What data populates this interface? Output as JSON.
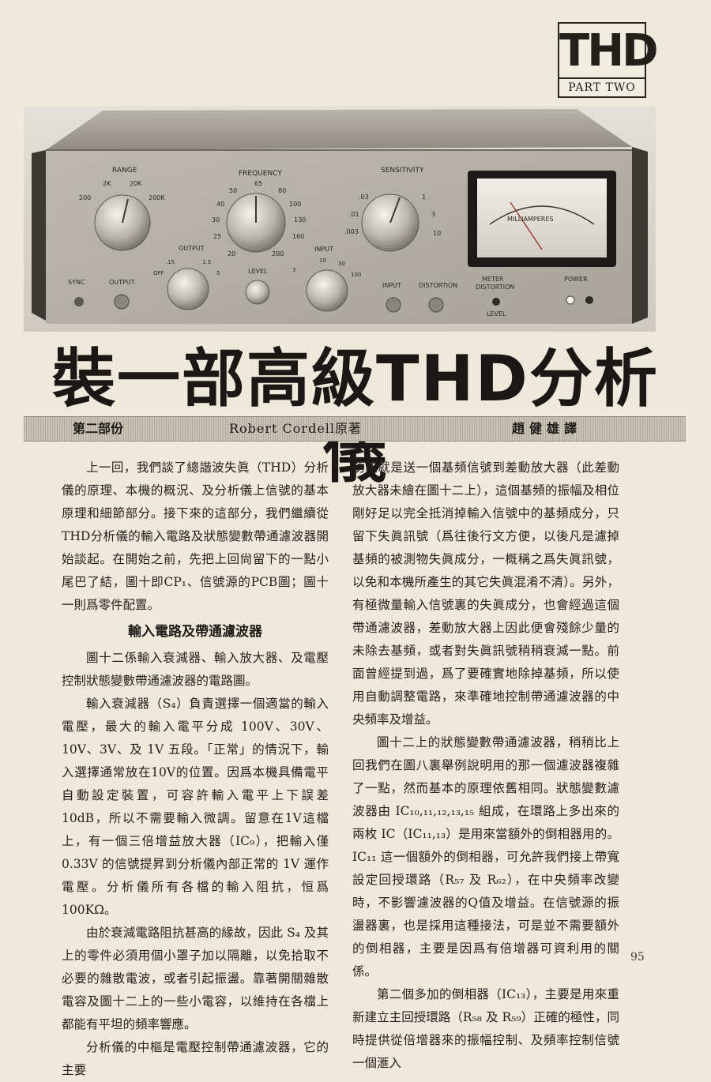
{
  "badge": {
    "main": "THD",
    "sub": "PART TWO"
  },
  "photo": {
    "labels": {
      "range": "RANGE",
      "range_2k": "2K",
      "range_20k": "20K",
      "range_200": "200",
      "range_200k": "200K",
      "frequency": "FREQUENCY",
      "f65": "65",
      "f50": "50",
      "f80": "80",
      "f40": "40",
      "f100": "100",
      "f30": "30",
      "f130": "130",
      "f25": "25",
      "f160": "160",
      "f20": "20",
      "f200": "200",
      "sensitivity": "SENSITIVITY",
      "s03": ".03",
      "s1": "1",
      "s_01": ".01",
      "s3": "3",
      "s003": ".003",
      "s10": "10",
      "output": "OUTPUT",
      "o15": ".15",
      "o1_5": "1.5",
      "ooff": "OFF",
      "o5": "5",
      "level": "LEVEL",
      "input": "INPUT",
      "i10": "10",
      "i30": "30",
      "i100": "100",
      "i3": "3",
      "sync": "SYNC",
      "output_jack": "OUTPUT",
      "input_jack": "INPUT",
      "distortion": "DISTORTION",
      "meter": "METER",
      "meter_distortion": "DISTORTION",
      "meter_level": "LEVEL",
      "power": "POWER",
      "meter_face": "MILLIAMPERES"
    }
  },
  "title": "裝一部高級THD分析儀",
  "byline": {
    "part": "第二部份",
    "author": "Robert Cordell原著",
    "translator": "趙健雄譯"
  },
  "left_column": {
    "p1": "上一回，我們談了總諧波失眞（THD）分析儀的原理、本機的概況、及分析儀上信號的基本原理和細節部分。接下來的這部分，我們繼續從THD分析儀的輸入電路及狀態變數帶通濾波器開始談起。在開始之前，先把上回尙留下的一點小尾巴了結，圖十即CP₁、信號源的PCB圖；圖十一則爲零件配置。",
    "subhead": "輸入電路及帶通濾波器",
    "p2": "圖十二係輸入衰減器、輸入放大器、及電壓控制狀態變數帶通濾波器的電路圖。",
    "p3": "輸入衰減器（S₄）負責選擇一個適當的輸入電壓，最大的輸入電平分成 100V、30V、10V、3V、及 1V 五段。「正常」的情況下，輸入選擇通常放在10V的位置。因爲本機具備電平自動設定裝置，可容許輸入電平上下誤差 10dB，所以不需要輸入微調。留意在1V這檔上，有一個三倍增益放大器（IC₉），把輸入僅 0.33V 的信號提昇到分析儀內部正常的 1V 運作電壓。分析儀所有各檔的輸入阻抗，恒爲100KΩ。",
    "p4": "由於衰減電路阻抗甚高的緣故，因此 S₄ 及其上的零件必須用個小罩子加以隔離，以免拾取不必要的雜散電波，或者引起振盪。靠著開關雜散電容及圖十二上的一些小電容，以維持在各檔上都能有平坦的頻率響應。",
    "p5": "分析儀的中樞是電壓控制帶通濾波器，它的主要"
  },
  "right_column": {
    "p1": "功能就是送一個基頻信號到差動放大器（此差動放大器未繪在圖十二上），這個基頻的振幅及相位剛好足以完全抵消掉輸入信號中的基頻成分，只留下失眞訊號（爲往後行文方便，以後凡是濾掉基頻的被測物失眞成分，一概稱之爲失眞訊號，以免和本機所產生的其它失眞混淆不清）。另外，有極微量輸入信號裏的失眞成分，也會經過這個帶通濾波器，差動放大器上因此便會殘餘少量的未除去基頻，或者對失眞訊號稍稍衰減一點。前面曾經提到過，爲了要確實地除掉基頻，所以使用自動調整電路，來準確地控制帶通濾波器的中央頻率及增益。",
    "p2": "圖十二上的狀態變數帶通濾波器，稍稍比上回我們在圖八裏舉例說明用的那一個濾波器複雜了一點，然而基本的原理依舊相同。狀態變數濾波器由 IC₁₀,₁₁,₁₂,₁₃,₁₅ 組成，在環路上多出來的兩枚 IC（IC₁₁,₁₃）是用來當額外的倒相器用的。IC₁₁ 這一個額外的倒相器，可允許我們接上帶寬設定回授環路（R₅₇ 及 R₆₂），在中央頻率改變時，不影響濾波器的Q值及增益。在信號源的振盪器裏，也是採用這種接法，可是並不需要額外的倒相器，主要是因爲有倍增器可資利用的關係。",
    "p3": "第二個多加的倒相器（IC₁₃），主要是用來重新建立主回授環路（R₅₈ 及 R₅₉）正確的極性，同時提供從倍增器來的振幅控制、及頻率控制信號一個滙入"
  },
  "page_number": "95"
}
